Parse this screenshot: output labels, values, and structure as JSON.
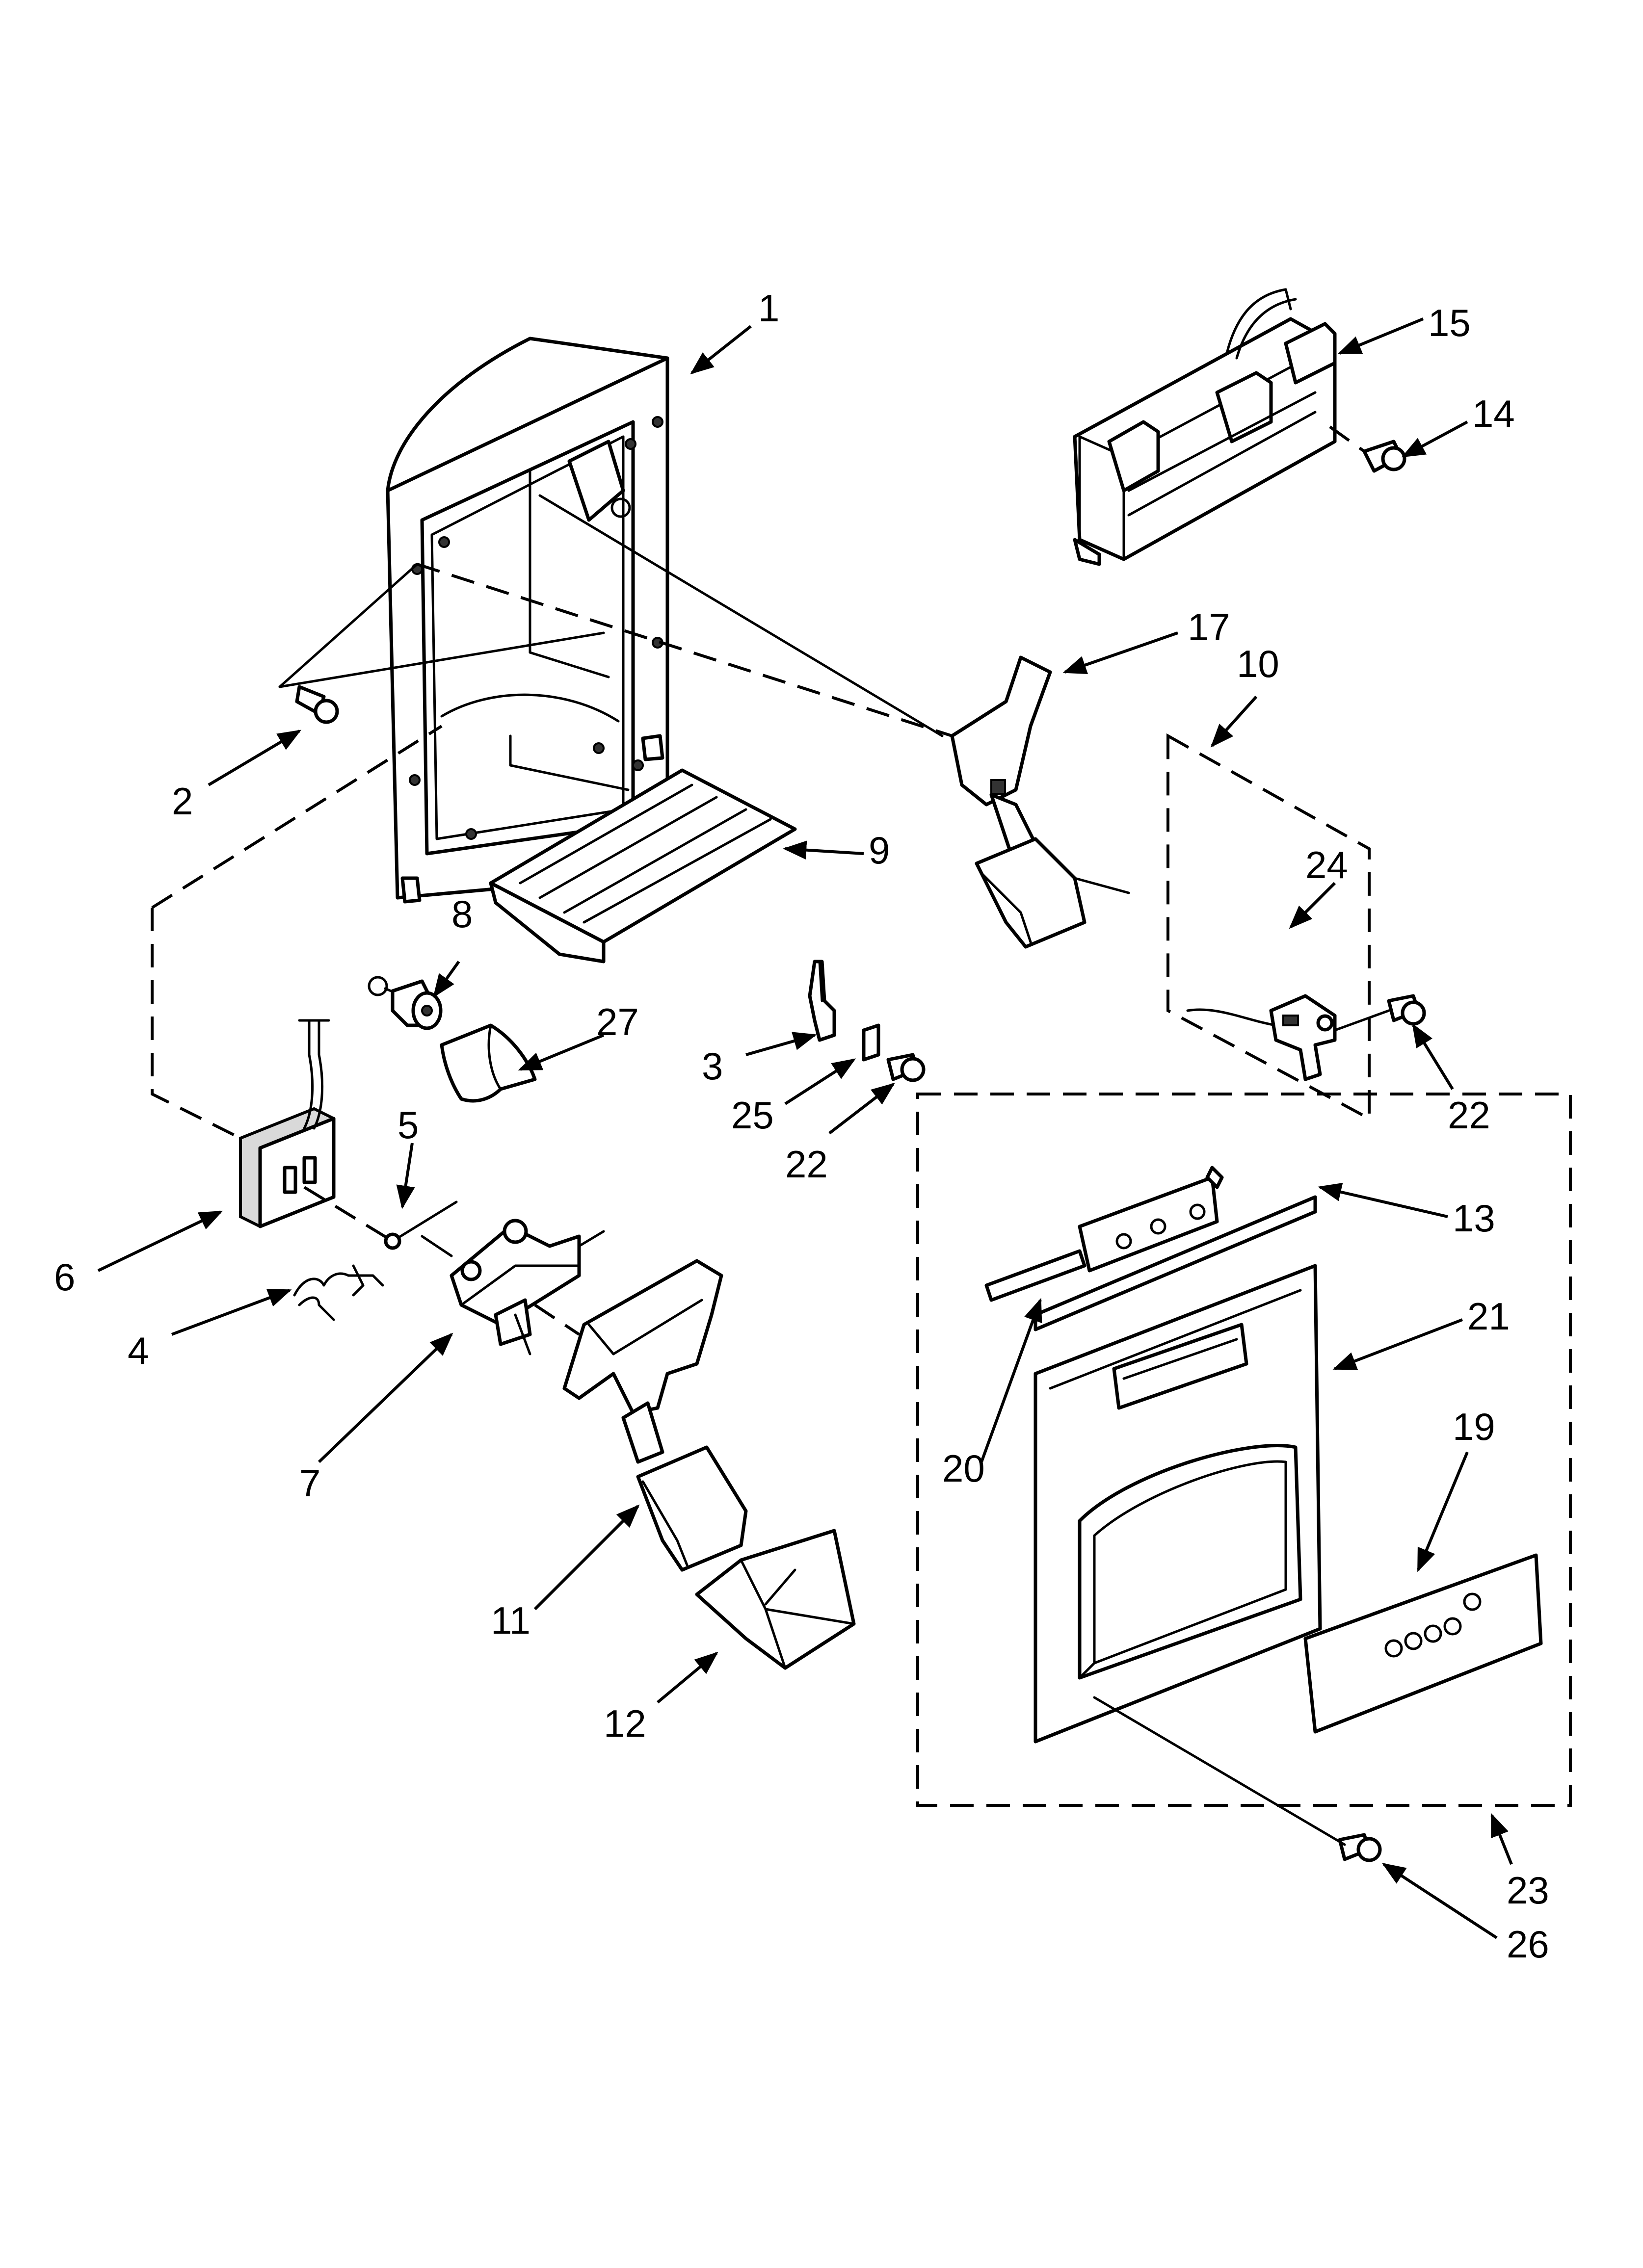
{
  "callouts": {
    "c1": "1",
    "c2": "2",
    "c3": "3",
    "c4": "4",
    "c5": "5",
    "c6": "6",
    "c7": "7",
    "c8": "8",
    "c9": "9",
    "c10": "10",
    "c11": "11",
    "c12": "12",
    "c13": "13",
    "c14": "14",
    "c15": "15",
    "c17": "17",
    "c19": "19",
    "c20": "20",
    "c21": "21",
    "c22a": "22",
    "c22b": "22",
    "c23": "23",
    "c24": "24",
    "c25": "25",
    "c26": "26",
    "c27": "27"
  },
  "colors": {
    "line": "#000000",
    "background": "#ffffff",
    "shade": "#d9d9d9"
  }
}
